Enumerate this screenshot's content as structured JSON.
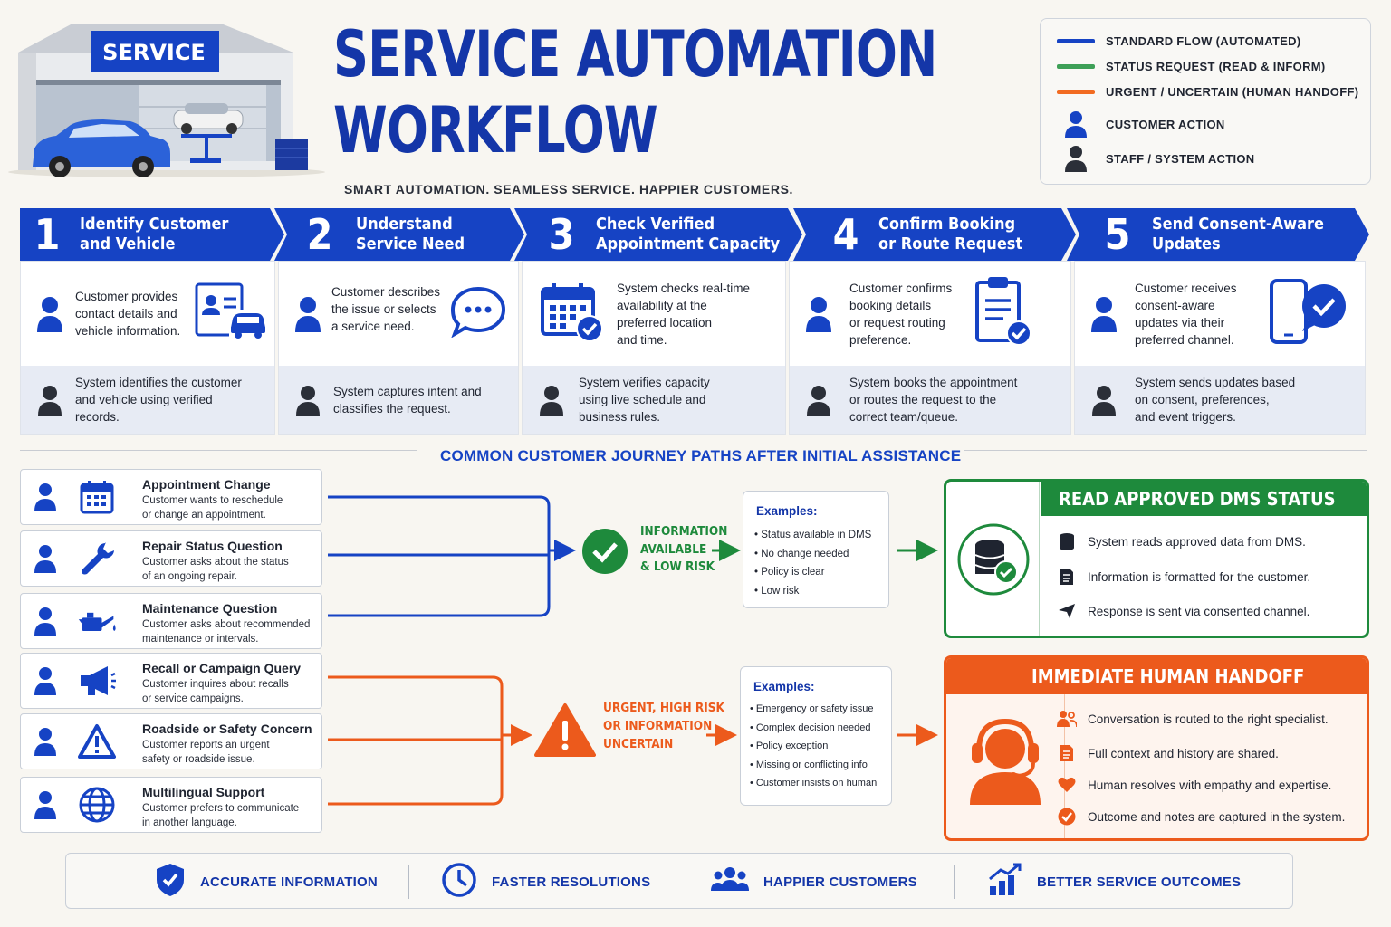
{
  "header": {
    "garage_sign": "SERVICE",
    "title_line1": "SERVICE AUTOMATION",
    "title_line2": "WORKFLOW",
    "tagline": "SMART AUTOMATION.  SEAMLESS SERVICE.  HAPPIER CUSTOMERS."
  },
  "legend": {
    "items": [
      {
        "label": "STANDARD FLOW (AUTOMATED)",
        "color": "#1643c4"
      },
      {
        "label": "STATUS REQUEST (READ & INFORM)",
        "color": "#3ea057"
      },
      {
        "label": "URGENT / UNCERTAIN (HUMAN HANDOFF)",
        "color": "#f26b21"
      },
      {
        "label": "CUSTOMER ACTION",
        "icon": "person-icon-blue"
      },
      {
        "label": "STAFF / SYSTEM ACTION",
        "icon": "person-icon-dark"
      }
    ]
  },
  "steps": [
    {
      "num": "1",
      "line1": "Identify Customer",
      "line2": "and Vehicle",
      "customer": [
        "Customer provides",
        "contact details and",
        "vehicle information."
      ],
      "system": [
        "System identifies the customer",
        "and vehicle using verified",
        "records."
      ]
    },
    {
      "num": "2",
      "line1": "Understand",
      "line2": "Service Need",
      "customer": [
        "Customer describes",
        "the issue or selects",
        "a service need."
      ],
      "system": [
        "System captures intent and",
        "classifies the request."
      ]
    },
    {
      "num": "3",
      "line1": "Check Verified",
      "line2": "Appointment Capacity",
      "customer": [
        "System checks real-time",
        "availability at the",
        "preferred location",
        "and time."
      ],
      "system": [
        "System verifies capacity",
        "using live schedule and",
        "business rules."
      ]
    },
    {
      "num": "4",
      "line1": "Confirm Booking",
      "line2": "or Route Request",
      "customer": [
        "Customer confirms",
        "booking details",
        "or request routing",
        "preference."
      ],
      "system": [
        "System books the appointment",
        "or routes the request to the",
        "correct team/queue."
      ]
    },
    {
      "num": "5",
      "line1": "Send Consent-Aware",
      "line2": "Updates",
      "customer": [
        "Customer receives",
        "consent-aware",
        "updates via their",
        "preferred channel."
      ],
      "system": [
        "System sends updates based",
        "on consent, preferences,",
        "and event triggers."
      ]
    }
  ],
  "journey_title": "COMMON CUSTOMER JOURNEY PATHS AFTER INITIAL ASSISTANCE",
  "journeys": [
    {
      "title": "Appointment Change",
      "desc": [
        "Customer wants to reschedule",
        "or change an appointment."
      ],
      "icon": "calendar-icon"
    },
    {
      "title": "Repair Status Question",
      "desc": [
        "Customer asks about the status",
        "of an ongoing repair."
      ],
      "icon": "wrench-icon"
    },
    {
      "title": "Maintenance Question",
      "desc": [
        "Customer asks about recommended",
        "maintenance or intervals."
      ],
      "icon": "oil-can-icon"
    },
    {
      "title": "Recall or Campaign Query",
      "desc": [
        "Customer inquires about recalls",
        "or service campaigns."
      ],
      "icon": "megaphone-icon"
    },
    {
      "title": "Roadside or Safety Concern",
      "desc": [
        "Customer reports an urgent",
        "safety or roadside issue."
      ],
      "icon": "warning-icon"
    },
    {
      "title": "Multilingual Support",
      "desc": [
        "Customer prefers to communicate",
        "in another language."
      ],
      "icon": "globe-icon"
    }
  ],
  "green_path": {
    "decision": [
      "INFORMATION",
      "AVAILABLE",
      "& LOW RISK"
    ],
    "examples_title": "Examples:",
    "examples": [
      "Status available in DMS",
      "No change needed",
      "Policy is clear",
      "Low risk"
    ],
    "result_title": "READ APPROVED DMS STATUS",
    "result_items": [
      {
        "text": "System reads approved data from DMS.",
        "icon": "database-icon"
      },
      {
        "text": "Information is formatted for the customer.",
        "icon": "document-icon"
      },
      {
        "text": "Response is sent via consented channel.",
        "icon": "send-icon"
      }
    ],
    "color": "#1e8a3c"
  },
  "orange_path": {
    "decision": [
      "URGENT, HIGH RISK",
      "OR INFORMATION",
      "UNCERTAIN"
    ],
    "examples_title": "Examples:",
    "examples": [
      "Emergency or safety issue",
      "Complex decision needed",
      "Policy exception",
      "Missing or conflicting info",
      "Customer insists on human"
    ],
    "result_title": "IMMEDIATE HUMAN HANDOFF",
    "result_items": [
      {
        "text": "Conversation is routed to the right specialist.",
        "icon": "people-icon"
      },
      {
        "text": "Full context and history are shared.",
        "icon": "document-icon"
      },
      {
        "text": "Human resolves with empathy and expertise.",
        "icon": "heart-icon"
      },
      {
        "text": "Outcome and notes are captured in the system.",
        "icon": "check-circle-icon"
      }
    ],
    "color": "#ec5a1c"
  },
  "benefits": [
    {
      "label": "ACCURATE INFORMATION",
      "icon": "shield-check-icon"
    },
    {
      "label": "FASTER RESOLUTIONS",
      "icon": "clock-icon"
    },
    {
      "label": "HAPPIER CUSTOMERS",
      "icon": "group-icon"
    },
    {
      "label": "BETTER SERVICE OUTCOMES",
      "icon": "growth-chart-icon"
    }
  ]
}
